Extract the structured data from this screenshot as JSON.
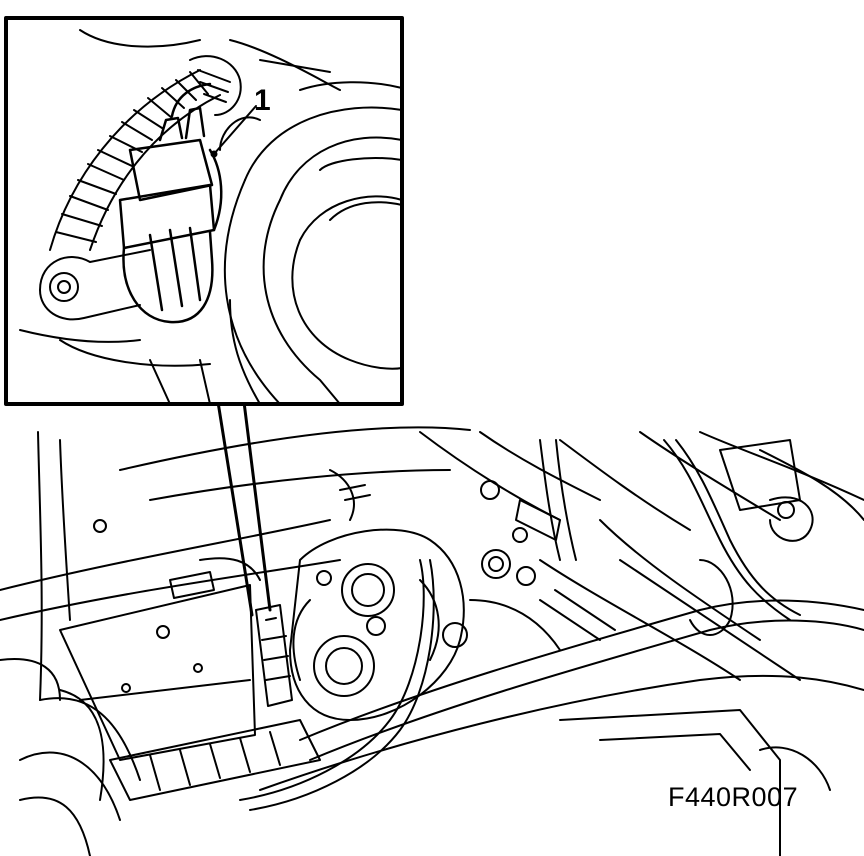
{
  "callout": {
    "number": "1"
  },
  "figure": {
    "code": "F440R007"
  },
  "colors": {
    "ink": "#000000",
    "paper": "#ffffff"
  },
  "parts": {
    "inset": "connector-detail",
    "main": "engine-bay-view"
  }
}
